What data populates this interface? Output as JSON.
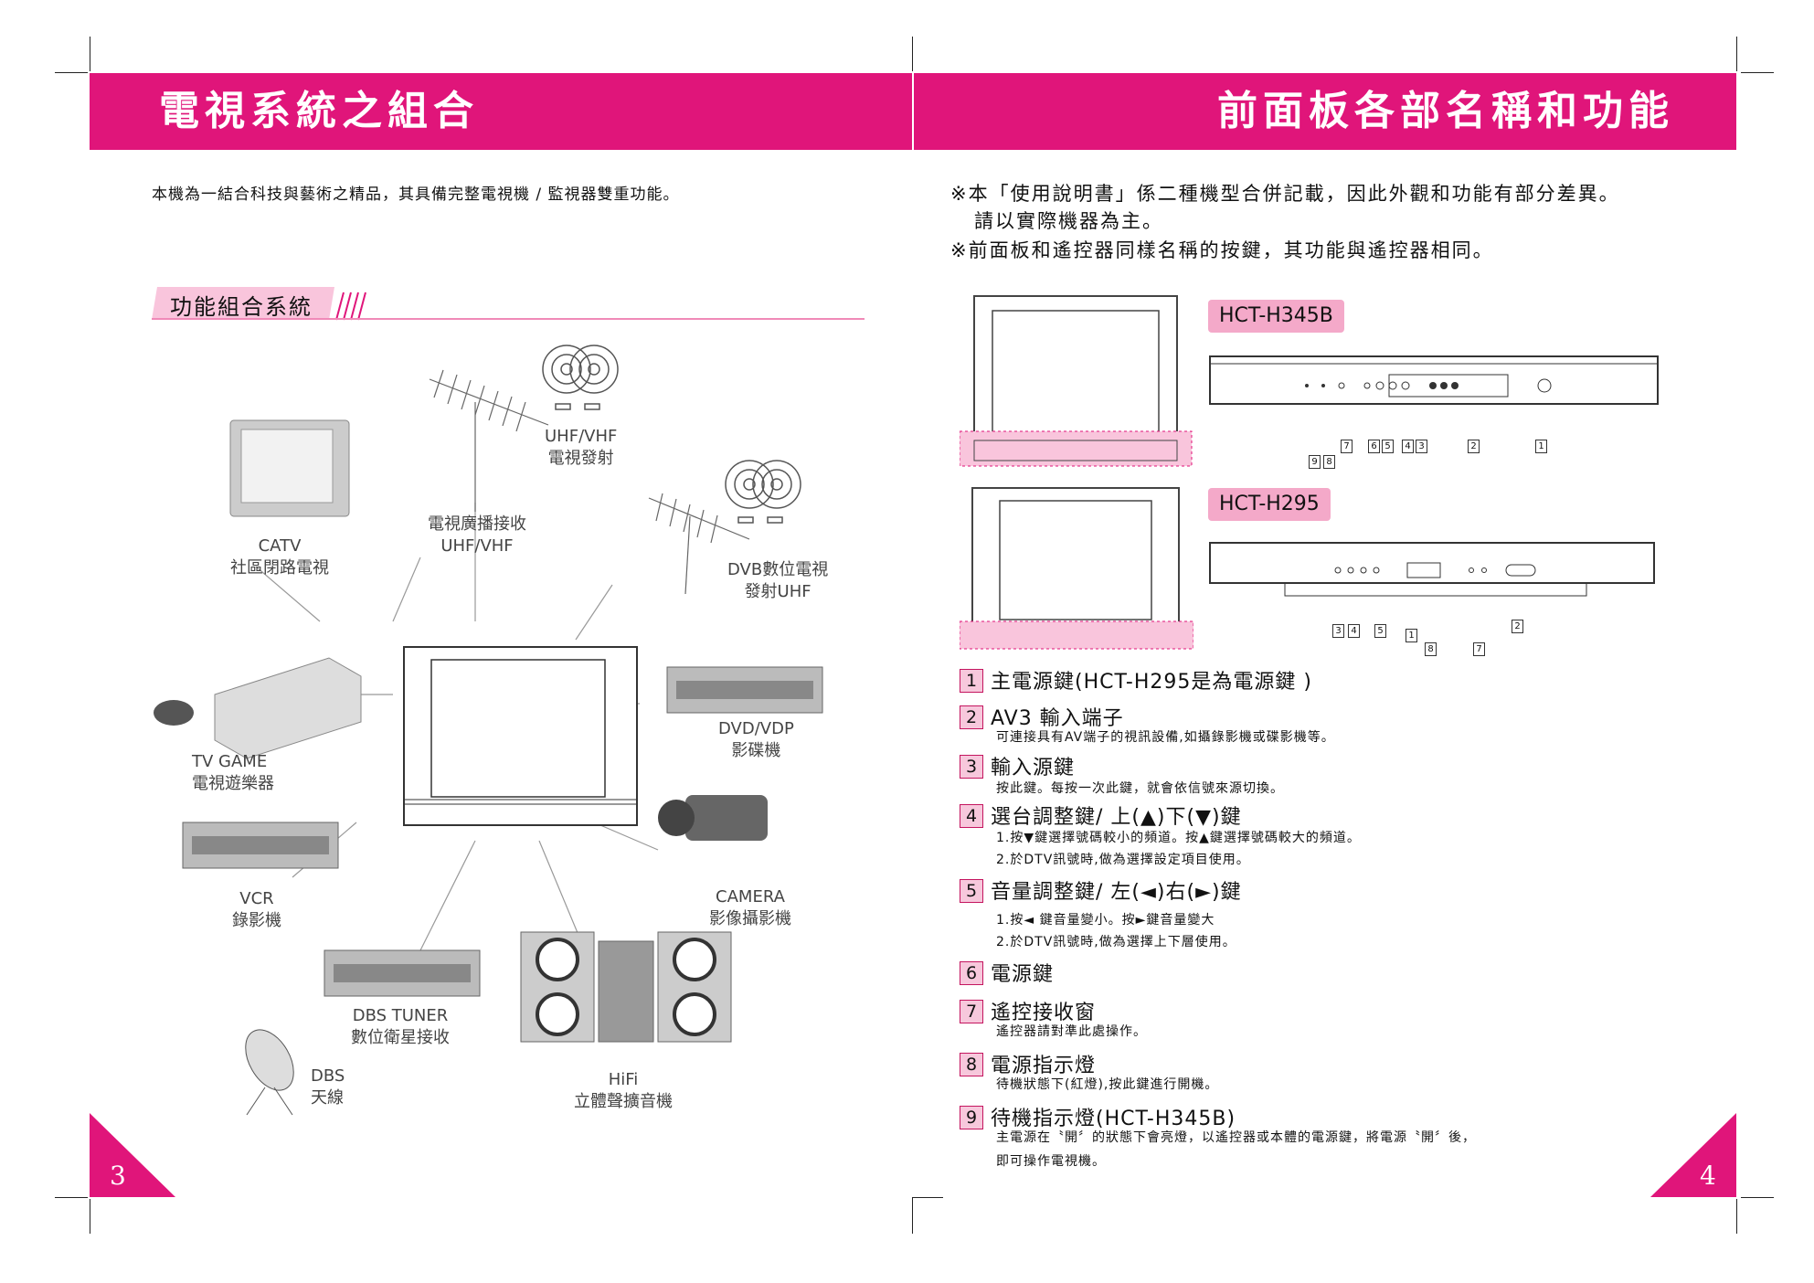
{
  "colors": {
    "accent": "#e0157a",
    "accent_light": "#f4a9c9",
    "text": "#111111"
  },
  "left_page": {
    "title": "電視系統之組合",
    "intro": "本機為一結合科技與藝術之精品，其具備完整電視機 / 監視器雙重功能。",
    "section_heading": "功能組合系統",
    "page_number": "3",
    "labels": {
      "uhf_tx": {
        "line1": "UHF/VHF",
        "line2": "電視發射"
      },
      "antenna": {
        "line1": "電視廣播接收",
        "line2": "UHF/VHF"
      },
      "catv": {
        "line1": "CATV",
        "line2": "社區閉路電視"
      },
      "dvb": {
        "line1": "DVB數位電視",
        "line2": "發射UHF"
      },
      "tvgame": {
        "line1": "TV GAME",
        "line2": "電視遊樂器"
      },
      "dvd": {
        "line1": "DVD/VDP",
        "line2": "影碟機"
      },
      "vcr": {
        "line1": "VCR",
        "line2": "錄影機"
      },
      "camera": {
        "line1": "CAMERA",
        "line2": "影像攝影機"
      },
      "dbs_tuner": {
        "line1": "DBS TUNER",
        "line2": "數位衛星接收"
      },
      "dbs": {
        "line1": "DBS",
        "line2": "天線"
      },
      "hifi": {
        "line1": "HiFi",
        "line2": "立體聲擴音機"
      }
    }
  },
  "right_page": {
    "title": "前面板各部名稱和功能",
    "notes": [
      "※本「使用說明書」係二種機型合併記載，因此外觀和功能有部分差異。",
      "請以實際機器為主。",
      "※前面板和遙控器同樣名稱的按鍵，其功能與遙控器相同。"
    ],
    "page_number": "4",
    "models": [
      {
        "name": "HCT-H345B",
        "callouts": [
          "7",
          "6",
          "5",
          "4",
          "3",
          "2",
          "1",
          "9",
          "8"
        ]
      },
      {
        "name": "HCT-H295",
        "callouts": [
          "3",
          "4",
          "5",
          "1",
          "2",
          "8",
          "7"
        ]
      }
    ],
    "items": [
      {
        "num": "1",
        "title": "主電源鍵(HCT-H295是為電源鍵 )",
        "desc": []
      },
      {
        "num": "2",
        "title": "AV3 輸入端子",
        "desc": [
          "可連接具有AV端子的視訊設備,如攝錄影機或碟影機等。"
        ]
      },
      {
        "num": "3",
        "title": "輸入源鍵",
        "desc": [
          "按此鍵。每按一次此鍵，就會依信號來源切換。"
        ]
      },
      {
        "num": "4",
        "title": "選台調整鍵/ 上(▲)下(▼)鍵",
        "desc": [
          "1.按▼鍵選擇號碼較小的頻道。按▲鍵選擇號碼較大的頻道。",
          "2.於DTV訊號時,做為選擇設定項目使用。"
        ]
      },
      {
        "num": "5",
        "title": "音量調整鍵/ 左(◄)右(►)鍵",
        "desc": [
          "1.按◄ 鍵音量變小。按►鍵音量變大",
          "2.於DTV訊號時,做為選擇上下層使用。"
        ]
      },
      {
        "num": "6",
        "title": "電源鍵",
        "desc": []
      },
      {
        "num": "7",
        "title": "遙控接收窗",
        "desc": [
          "遙控器請對準此處操作。"
        ]
      },
      {
        "num": "8",
        "title": "電源指示燈",
        "desc": [
          "待機狀態下(紅燈),按此鍵進行開機。"
        ]
      },
      {
        "num": "9",
        "title": "待機指示燈(HCT-H345B)",
        "desc": [
          "主電源在〝開〞的狀態下會亮燈，以遙控器或本體的電源鍵，將電源〝開〞後，",
          "即可操作電視機。"
        ]
      }
    ]
  }
}
